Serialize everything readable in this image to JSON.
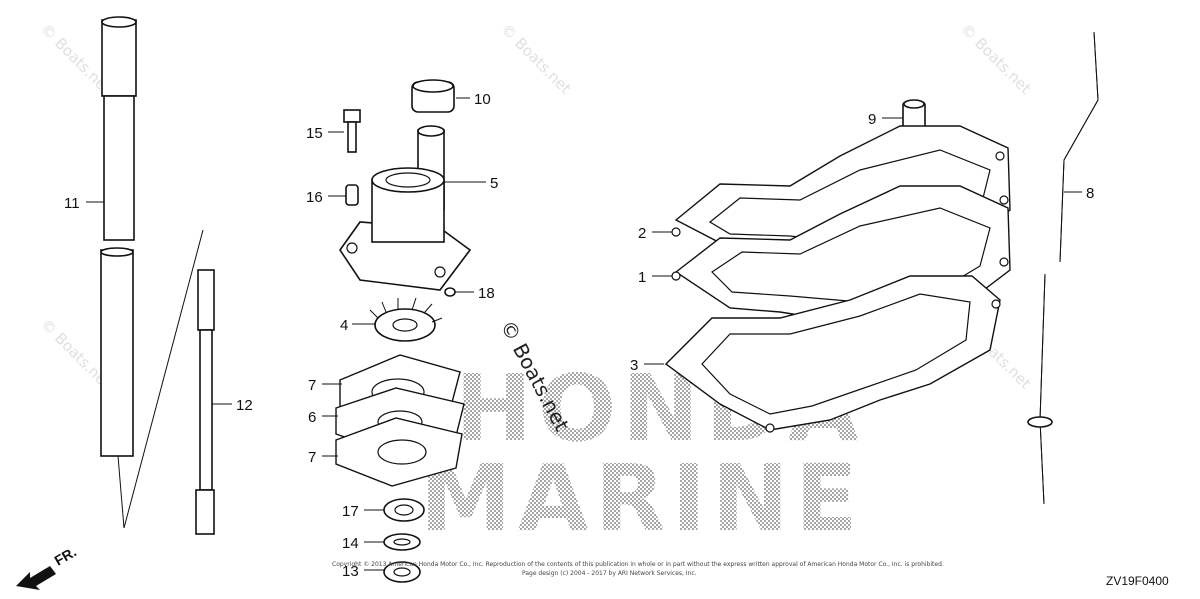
{
  "watermark_text": "© Boats.net",
  "center_watermark": "© Boats.net",
  "brand_line_1": "HONDA",
  "brand_line_2": "MARINE",
  "copyright_line_1": "Copyright © 2013 American Honda Motor Co., Inc. Reproduction of the contents of this publication in whole or in part without the express written approval of American Honda Motor Co., Inc. is prohibited.",
  "copyright_line_2": "Page design (c) 2004 - 2017 by ARI Network Services, Inc.",
  "diagram_code": "ZV19F0400",
  "front_indicator": "FR.",
  "callouts": {
    "c1": "1",
    "c2": "2",
    "c3": "3",
    "c4": "4",
    "c5": "5",
    "c6": "6",
    "c7a": "7",
    "c7b": "7",
    "c8": "8",
    "c9": "9",
    "c10": "10",
    "c11": "11",
    "c12": "12",
    "c13": "13",
    "c14": "14",
    "c15": "15",
    "c16": "16",
    "c17": "17",
    "c18": "18"
  },
  "colors": {
    "ink": "#111111",
    "watermark": "#e0e0e0",
    "background": "#ffffff"
  }
}
